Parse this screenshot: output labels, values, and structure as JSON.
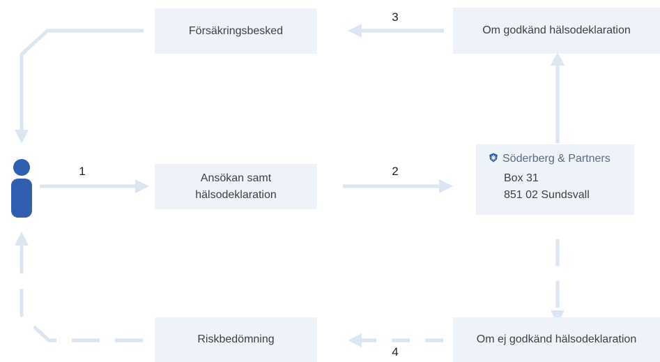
{
  "diagram": {
    "nodes": {
      "insurance_notice": "Försäkringsbesked",
      "approved": "Om godkänd hälsodeklaration",
      "application_line1": "Ansökan samt",
      "application_line2": "hälsodeklaration",
      "risk_assessment": "Riskbedömning",
      "not_approved": "Om ej godkänd hälsodeklaration"
    },
    "address": {
      "company": "Söderberg & Partners",
      "line1": "Box 31",
      "line2": "851 02 Sundsvall"
    },
    "step_numbers": [
      "1",
      "2",
      "3",
      "4"
    ]
  },
  "colors": {
    "box_fill": "#eef3f9",
    "arrow": "#dbe6f2",
    "person": "#2f5fae"
  },
  "icons": [
    "person-icon",
    "company-logo-icon"
  ]
}
